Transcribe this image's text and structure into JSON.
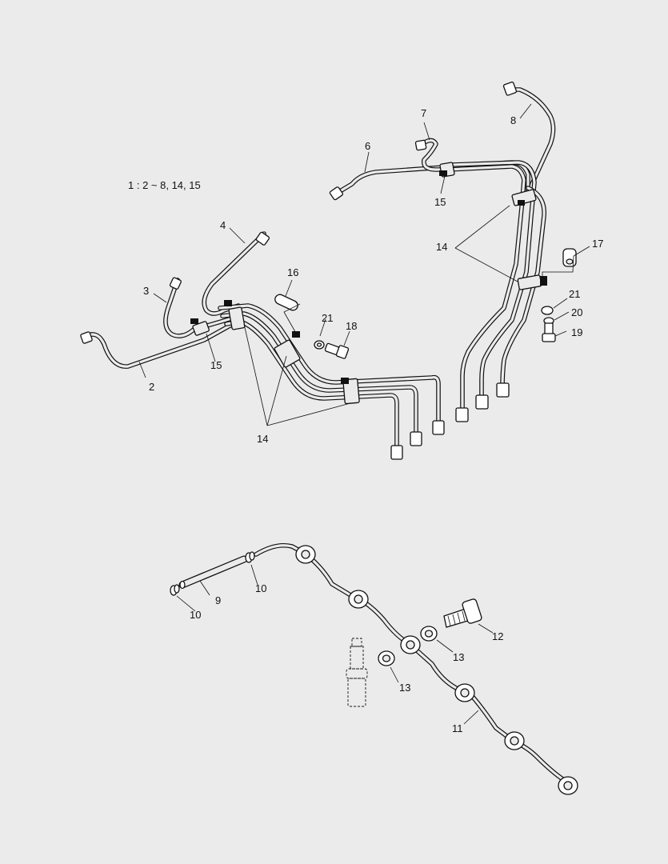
{
  "note": "1 : 2 ~ 8, 14, 15",
  "callouts": {
    "c2": "2",
    "c3": "3",
    "c4": "4",
    "c6": "6",
    "c7": "7",
    "c8": "8",
    "c9": "9",
    "c10a": "10",
    "c10b": "10",
    "c11": "11",
    "c12": "12",
    "c13a": "13",
    "c13b": "13",
    "c14a": "14",
    "c14b": "14",
    "c15a": "15",
    "c15b": "15",
    "c16": "16",
    "c17": "17",
    "c18": "18",
    "c19": "19",
    "c20": "20",
    "c21a": "21",
    "c21b": "21"
  }
}
